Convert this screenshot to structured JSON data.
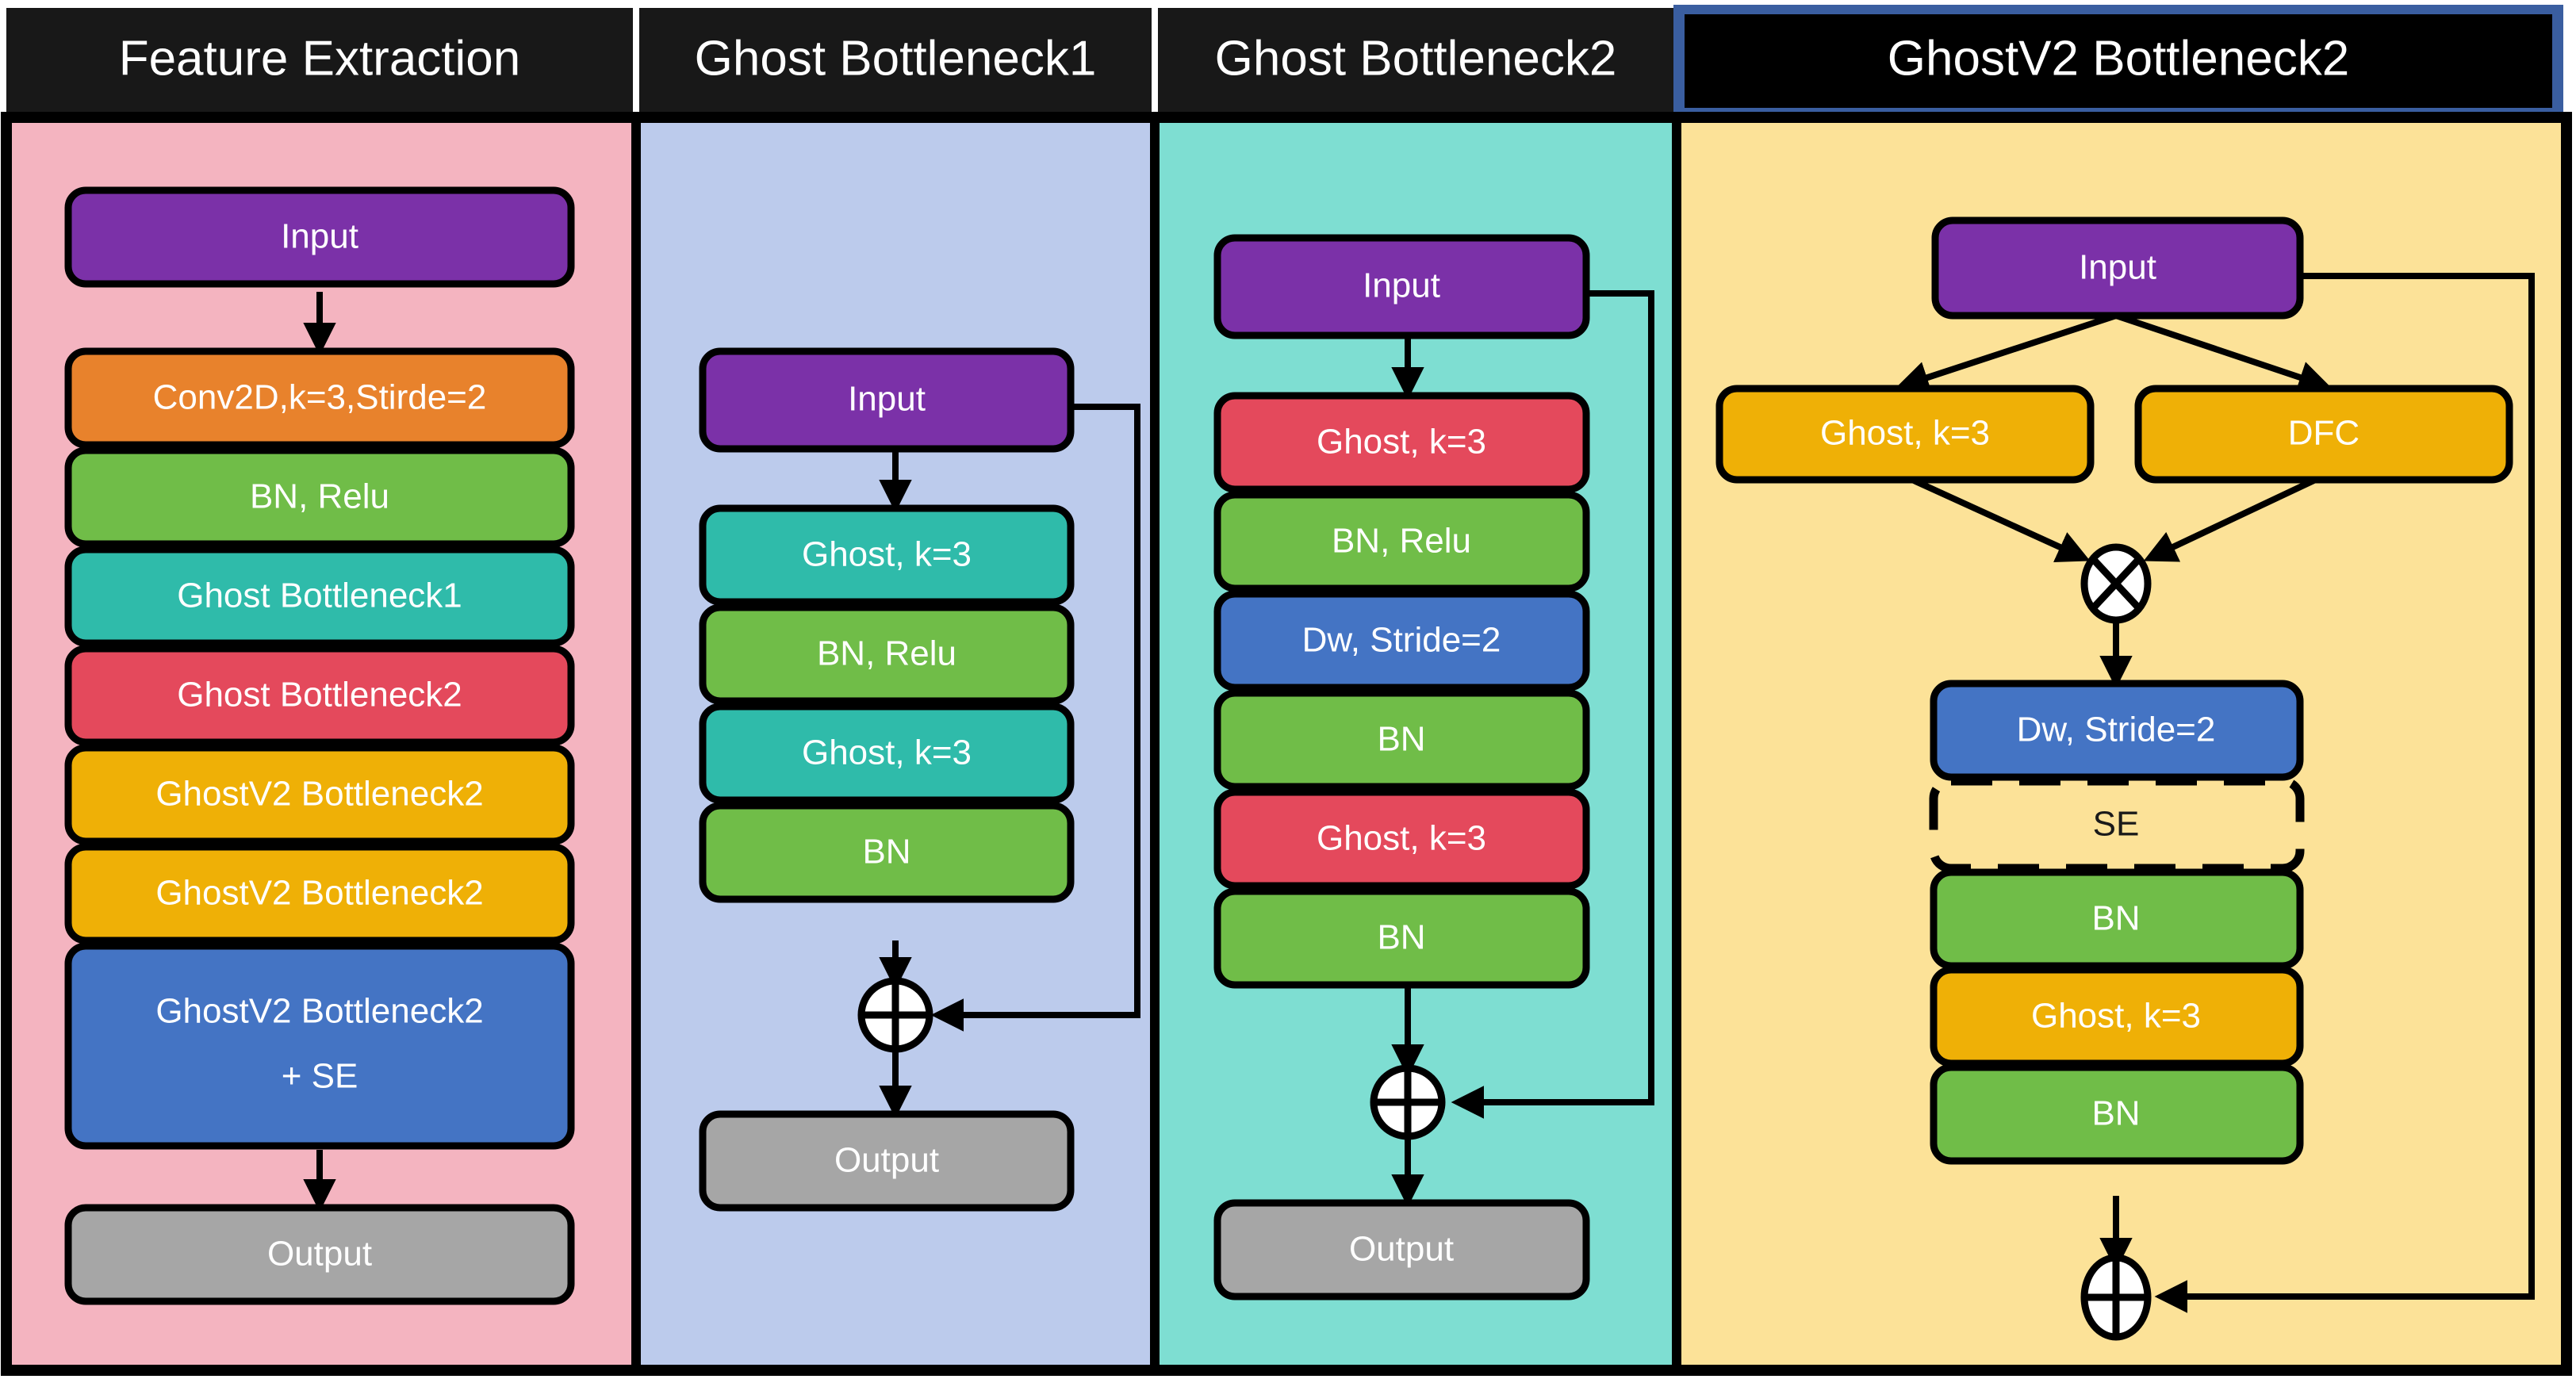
{
  "figure": {
    "title": "GhostNetV2 feature extraction and bottleneck block diagram",
    "columns": [
      {
        "id": "feature-extraction",
        "header": "Feature Extraction",
        "panel_color": "#F4B4C0",
        "header_bg": "#181818",
        "blocks": [
          {
            "label": "Input",
            "color": "#7B31A8",
            "text_color": "#ffffff"
          },
          {
            "label": "Conv2D,k=3,Stirde=2",
            "color": "#E8822C",
            "text_color": "#ffffff"
          },
          {
            "label": "BN, Relu",
            "color": "#70BD48",
            "text_color": "#ffffff"
          },
          {
            "label": "Ghost Bottleneck1",
            "color": "#2FBBAA",
            "text_color": "#ffffff"
          },
          {
            "label": "Ghost Bottleneck2",
            "color": "#E4495C",
            "text_color": "#ffffff"
          },
          {
            "label": "GhostV2 Bottleneck2",
            "color": "#EFB006",
            "text_color": "#ffffff"
          },
          {
            "label": "GhostV2 Bottleneck2",
            "color": "#EFB006",
            "text_color": "#ffffff"
          },
          {
            "label": "GhostV2 Bottleneck2",
            "label2": "+ SE",
            "color": "#4474C4",
            "text_color": "#ffffff"
          },
          {
            "label": "Output",
            "color": "#A6A6A6",
            "text_color": "#ffffff"
          }
        ]
      },
      {
        "id": "ghost-bottleneck1",
        "header": "Ghost Bottleneck1",
        "panel_color": "#BCCBEC",
        "header_bg": "#181818",
        "blocks": [
          {
            "label": "Input",
            "color": "#7B31A8",
            "text_color": "#ffffff"
          },
          {
            "label": "Ghost, k=3",
            "color": "#2FBBAA",
            "text_color": "#ffffff"
          },
          {
            "label": "BN, Relu",
            "color": "#70BD48",
            "text_color": "#ffffff"
          },
          {
            "label": "Ghost, k=3",
            "color": "#2FBBAA",
            "text_color": "#ffffff"
          },
          {
            "label": "BN",
            "color": "#70BD48",
            "text_color": "#ffffff"
          },
          {
            "label": "Output",
            "color": "#A6A6A6",
            "text_color": "#ffffff"
          }
        ],
        "operator": "add"
      },
      {
        "id": "ghost-bottleneck2",
        "header": "Ghost Bottleneck2",
        "panel_color": "#7EDED2",
        "header_bg": "#181818",
        "blocks": [
          {
            "label": "Input",
            "color": "#7B31A8",
            "text_color": "#ffffff"
          },
          {
            "label": "Ghost, k=3",
            "color": "#E4495C",
            "text_color": "#ffffff"
          },
          {
            "label": "BN, Relu",
            "color": "#70BD48",
            "text_color": "#ffffff"
          },
          {
            "label": "Dw, Stride=2",
            "color": "#4474C4",
            "text_color": "#ffffff"
          },
          {
            "label": "BN",
            "color": "#70BD48",
            "text_color": "#ffffff"
          },
          {
            "label": "Ghost, k=3",
            "color": "#E4495C",
            "text_color": "#ffffff"
          },
          {
            "label": "BN",
            "color": "#70BD48",
            "text_color": "#ffffff"
          },
          {
            "label": "Output",
            "color": "#A6A6A6",
            "text_color": "#ffffff"
          }
        ],
        "operator": "add"
      },
      {
        "id": "ghostv2-bottleneck2",
        "header": "GhostV2 Bottleneck2",
        "panel_color": "#FCE298",
        "header_bg": "#000000",
        "header_border": "#3A5EA0",
        "blocks": [
          {
            "label": "Input",
            "color": "#7B31A8",
            "text_color": "#ffffff"
          },
          {
            "label": "Ghost, k=3",
            "color": "#EFB006",
            "text_color": "#ffffff"
          },
          {
            "label": "DFC",
            "color": "#EFB006",
            "text_color": "#ffffff"
          },
          {
            "label": "Dw, Stride=2",
            "color": "#4474C4",
            "text_color": "#ffffff"
          },
          {
            "label": "SE",
            "color": "#FCE298",
            "text_color": "#1a1a1a",
            "dashed": true
          },
          {
            "label": "BN",
            "color": "#70BD48",
            "text_color": "#ffffff"
          },
          {
            "label": "Ghost, k=3",
            "color": "#EFB006",
            "text_color": "#ffffff"
          },
          {
            "label": "BN",
            "color": "#70BD48",
            "text_color": "#ffffff"
          }
        ],
        "operators": [
          "multiply",
          "add"
        ]
      }
    ]
  },
  "labels": {
    "col1_header": "Feature Extraction",
    "col2_header": "Ghost Bottleneck1",
    "col3_header": "Ghost Bottleneck2",
    "col4_header": "GhostV2 Bottleneck2",
    "input": "Input",
    "output": "Output",
    "conv2d": "Conv2D,k=3,Stirde=2",
    "bn_relu": "BN, Relu",
    "bn": "BN",
    "ghost_bn1": "Ghost Bottleneck1",
    "ghost_bn2": "Ghost Bottleneck2",
    "ghostv2_bn2": "GhostV2 Bottleneck2",
    "ghostv2_bn2_se_line1": "GhostV2 Bottleneck2",
    "ghostv2_bn2_se_line2": "+ SE",
    "ghost_k3": "Ghost, k=3",
    "dw_stride2": "Dw, Stride=2",
    "dfc": "DFC",
    "se": "SE"
  },
  "colors": {
    "purple": "#7B31A8",
    "orange": "#E8822C",
    "green": "#70BD48",
    "teal": "#2FBBAA",
    "red": "#E4495C",
    "gold": "#EFB006",
    "blue": "#4474C4",
    "gray": "#A6A6A6",
    "panel_pink": "#F4B4C0",
    "panel_blue": "#BCCBEC",
    "panel_teal": "#7EDED2",
    "panel_yellow": "#FCE298",
    "header_black": "#181818",
    "header_border_blue": "#3A5EA0",
    "stroke": "#000000"
  }
}
